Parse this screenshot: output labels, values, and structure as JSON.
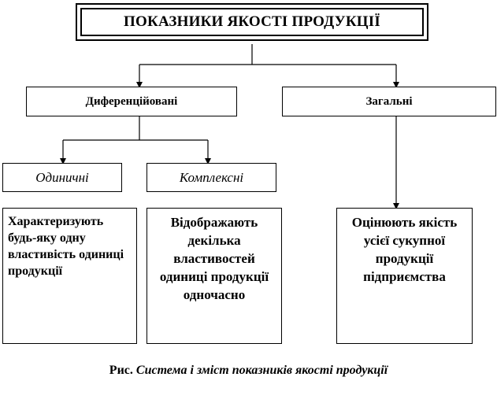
{
  "title": "ПОКАЗНИКИ ЯКОСТІ ПРОДУКЦІЇ",
  "level2": {
    "differentiated": "Диференційовані",
    "general": "Загальні"
  },
  "level3": {
    "single": "Одиничні",
    "complex": "Комплексні"
  },
  "descriptions": {
    "single": "Характеризують будь-яку одну властивість одиниці продукції",
    "complex": "Відображають декілька властивостей одиниці продукції одночасно",
    "general": "Оцінюють якість усієї сукупної продукції підприємства"
  },
  "caption": {
    "prefix": "Рис.",
    "text": "Система і зміст показників якості продукції"
  }
}
